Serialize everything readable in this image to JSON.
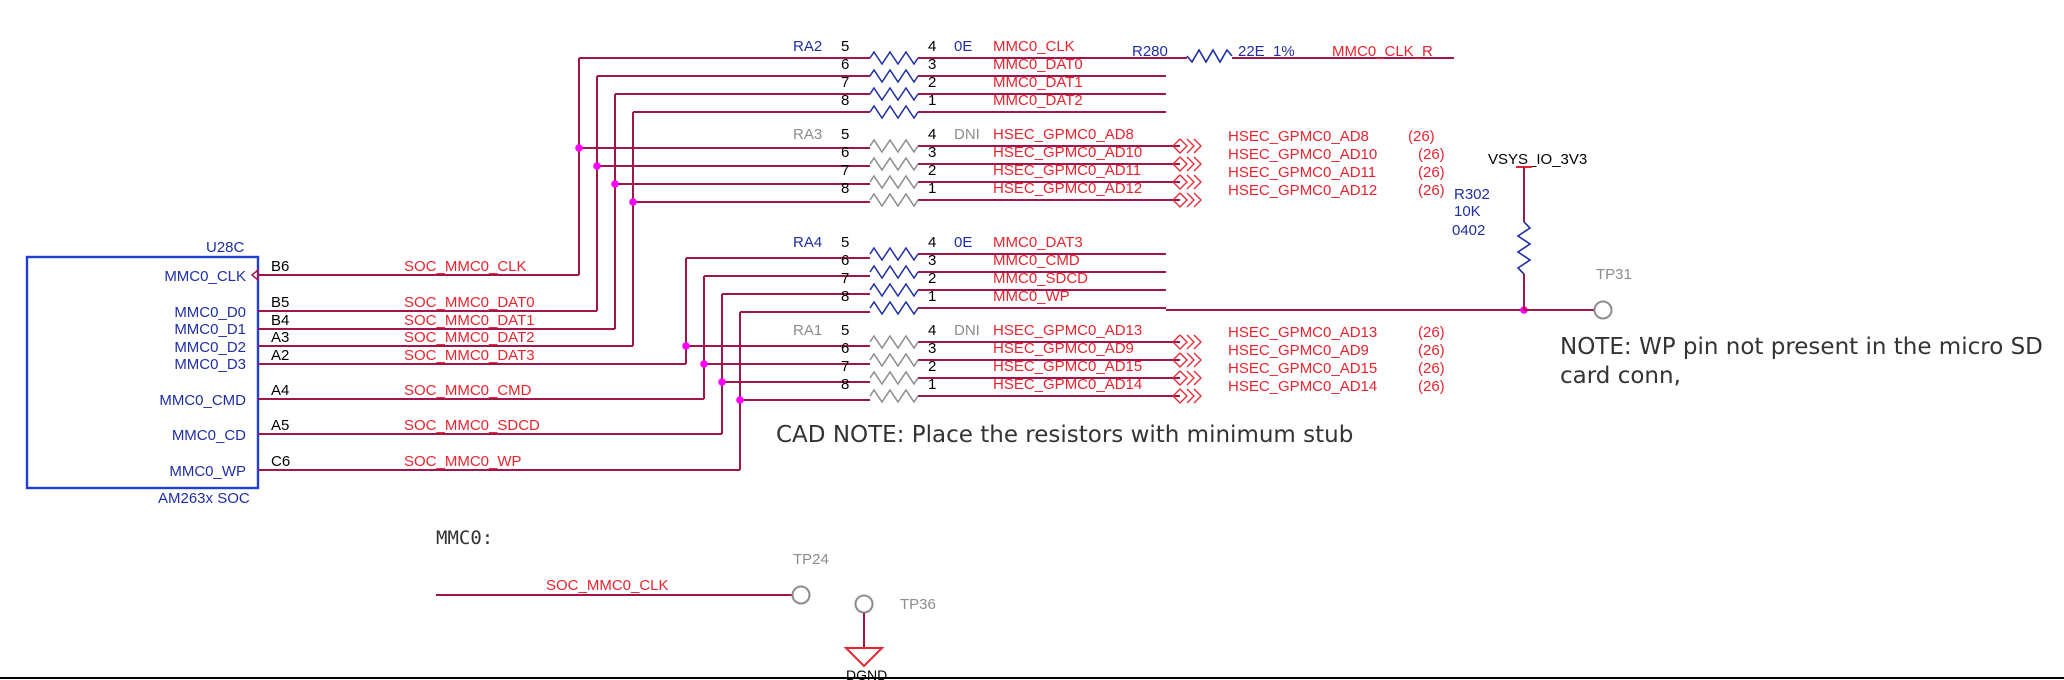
{
  "colors": {
    "net": "#a3154a",
    "label": "#e8242e",
    "comp": "#1f2fa3",
    "box": "#1f3fd8",
    "grey": "#8c8c8c",
    "junction": "#ff00ff",
    "note": "#333333",
    "offpage": "#e8242e"
  },
  "soc": {
    "refdes": "U28C",
    "value": "AM263x SOC",
    "pins": [
      {
        "name": "MMC0_CLK",
        "num": "B6",
        "net": "SOC_MMC0_CLK"
      },
      {
        "name": "MMC0_D0",
        "num": "B5",
        "net": "SOC_MMC0_DAT0"
      },
      {
        "name": "MMC0_D1",
        "num": "B4",
        "net": "SOC_MMC0_DAT1"
      },
      {
        "name": "MMC0_D2",
        "num": "A3",
        "net": "SOC_MMC0_DAT2"
      },
      {
        "name": "MMC0_D3",
        "num": "A2",
        "net": "SOC_MMC0_DAT3"
      },
      {
        "name": "MMC0_CMD",
        "num": "A4",
        "net": "SOC_MMC0_CMD"
      },
      {
        "name": "MMC0_CD",
        "num": "A5",
        "net": "SOC_MMC0_SDCD"
      },
      {
        "name": "MMC0_WP",
        "num": "C6",
        "net": "SOC_MMC0_WP"
      }
    ]
  },
  "arrays": [
    {
      "refdes": "RA2",
      "value": "0E",
      "dnp": false,
      "lines": [
        {
          "l": "5",
          "r": "4",
          "net": "MMC0_CLK"
        },
        {
          "l": "6",
          "r": "3",
          "net": "MMC0_DAT0"
        },
        {
          "l": "7",
          "r": "2",
          "net": "MMC0_DAT1"
        },
        {
          "l": "8",
          "r": "1",
          "net": "MMC0_DAT2"
        }
      ]
    },
    {
      "refdes": "RA3",
      "value": "DNI",
      "dnp": true,
      "lines": [
        {
          "l": "5",
          "r": "4",
          "net": "HSEC_GPMC0_AD8",
          "off": "HSEC_GPMC0_AD8",
          "ref": "(26)"
        },
        {
          "l": "6",
          "r": "3",
          "net": "HSEC_GPMC0_AD10",
          "off": "HSEC_GPMC0_AD10",
          "ref": "(26)"
        },
        {
          "l": "7",
          "r": "2",
          "net": "HSEC_GPMC0_AD11",
          "off": "HSEC_GPMC0_AD11",
          "ref": "(26)"
        },
        {
          "l": "8",
          "r": "1",
          "net": "HSEC_GPMC0_AD12",
          "off": "HSEC_GPMC0_AD12",
          "ref": "(26)"
        }
      ]
    },
    {
      "refdes": "RA4",
      "value": "0E",
      "dnp": false,
      "lines": [
        {
          "l": "5",
          "r": "4",
          "net": "MMC0_DAT3"
        },
        {
          "l": "6",
          "r": "3",
          "net": "MMC0_CMD"
        },
        {
          "l": "7",
          "r": "2",
          "net": "MMC0_SDCD"
        },
        {
          "l": "8",
          "r": "1",
          "net": "MMC0_WP"
        }
      ]
    },
    {
      "refdes": "RA1",
      "value": "DNI",
      "dnp": true,
      "lines": [
        {
          "l": "5",
          "r": "4",
          "net": "HSEC_GPMC0_AD13",
          "off": "HSEC_GPMC0_AD13",
          "ref": "(26)"
        },
        {
          "l": "6",
          "r": "3",
          "net": "HSEC_GPMC0_AD9",
          "off": "HSEC_GPMC0_AD9",
          "ref": "(26)"
        },
        {
          "l": "7",
          "r": "2",
          "net": "HSEC_GPMC0_AD15",
          "off": "HSEC_GPMC0_AD15",
          "ref": "(26)"
        },
        {
          "l": "8",
          "r": "1",
          "net": "HSEC_GPMC0_AD14",
          "off": "HSEC_GPMC0_AD14",
          "ref": "(26)"
        }
      ]
    }
  ],
  "r280": {
    "refdes": "R280",
    "value": "22E_1%",
    "net": "MMC0_CLK_R"
  },
  "r302": {
    "refdes": "R302",
    "value": "10K",
    "package": "0402",
    "rail": "VSYS_IO_3V3"
  },
  "testpoints": {
    "tp31": "TP31",
    "tp24": "TP24",
    "tp36": "TP36"
  },
  "ground": "DGND",
  "notes": {
    "wp": [
      "NOTE: WP pin not present in the micro SD",
      "card conn,"
    ],
    "cad": "CAD NOTE: Place the resistors with minimum stub",
    "section": "MMC0:"
  },
  "bottom_net": "SOC_MMC0_CLK"
}
